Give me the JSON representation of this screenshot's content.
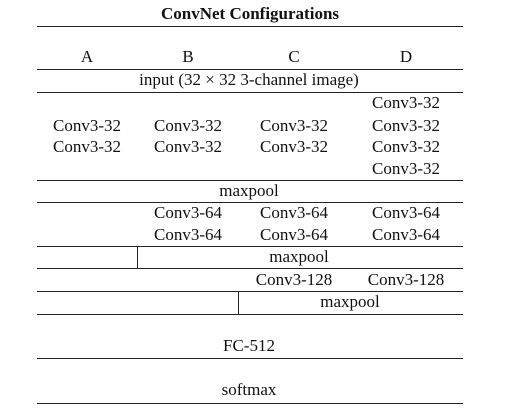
{
  "table": {
    "title": "ConvNet Configurations",
    "columns": [
      "A",
      "B",
      "C",
      "D"
    ],
    "input_row": "input (32 × 32 3-channel image)",
    "block1": {
      "A": [
        "Conv3-32",
        "Conv3-32"
      ],
      "B": [
        "Conv3-32",
        "Conv3-32"
      ],
      "C": [
        "Conv3-32",
        "Conv3-32"
      ],
      "D": [
        "Conv3-32",
        "Conv3-32",
        "Conv3-32",
        "Conv3-32"
      ]
    },
    "pool1": "maxpool",
    "block2": {
      "B": [
        "Conv3-64",
        "Conv3-64"
      ],
      "C": [
        "Conv3-64",
        "Conv3-64"
      ],
      "D": [
        "Conv3-64",
        "Conv3-64"
      ]
    },
    "pool2": "maxpool",
    "block3": {
      "C": [
        "Conv3-128"
      ],
      "D": [
        "Conv3-128"
      ]
    },
    "pool3": "maxpool",
    "fc": "FC-512",
    "softmax": "softmax"
  }
}
